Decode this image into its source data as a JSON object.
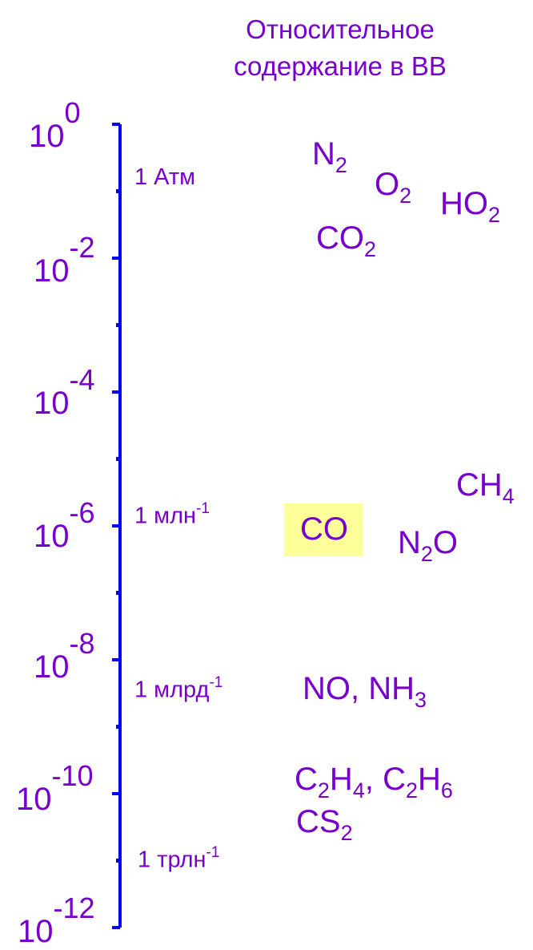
{
  "title": {
    "line1": "Относительное",
    "line2": "содержание в ВВ"
  },
  "colors": {
    "text": "#7700CC",
    "axis": "#0000FF",
    "highlight": "#FFFF99"
  },
  "axis": {
    "base": "10",
    "ticks": [
      {
        "exponent": "0",
        "value": 0
      },
      {
        "exponent": "-2",
        "value": -2
      },
      {
        "exponent": "-4",
        "value": -4
      },
      {
        "exponent": "-6",
        "value": -6
      },
      {
        "exponent": "-8",
        "value": -8
      },
      {
        "exponent": "-10",
        "value": -10
      },
      {
        "exponent": "-12",
        "value": -12
      }
    ],
    "range": [
      0,
      -12
    ]
  },
  "units": {
    "atm": {
      "text": "1 Атм",
      "sup": ""
    },
    "ppm": {
      "text": "1 млн",
      "sup": "-1"
    },
    "ppb": {
      "text": "1 млрд",
      "sup": "-1"
    },
    "ppt": {
      "text": "1 трлн",
      "sup": "-1"
    }
  },
  "species": {
    "n2": {
      "main": "N",
      "sub": "2"
    },
    "o2": {
      "main": "O",
      "sub": "2"
    },
    "ho2": {
      "main": "HO",
      "sub": "2"
    },
    "co2": {
      "main": "CO",
      "sub": "2"
    },
    "ch4": {
      "main": "CH",
      "sub": "4"
    },
    "co": {
      "main": "CO"
    },
    "n2o": {
      "a": "N",
      "sub": "2",
      "b": "O"
    },
    "no_nh3": {
      "a": "NO, NH",
      "sub": "3"
    },
    "c2h4_c2h6": {
      "a": "C",
      "s1": "2",
      "b": "H",
      "s2": "4",
      "c": ", C",
      "s3": "2",
      "d": "H",
      "s4": "6"
    },
    "cs2": {
      "main": "CS",
      "sub": "2"
    }
  }
}
